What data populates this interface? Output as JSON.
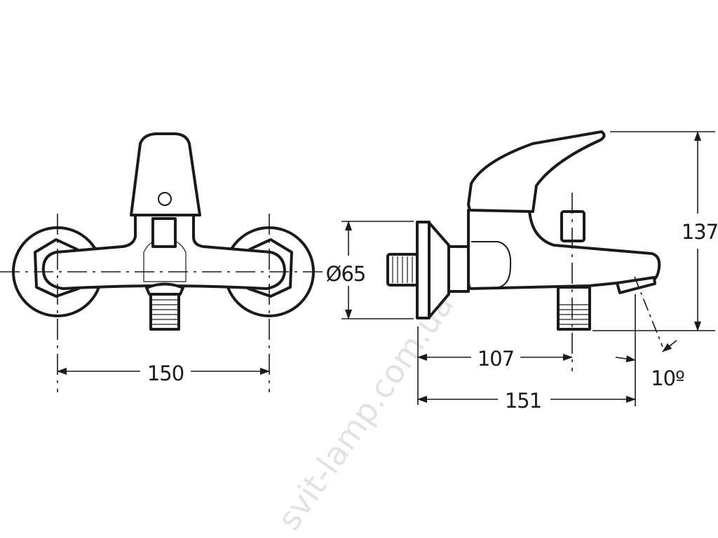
{
  "watermark": "svit-lamp.com.ua",
  "dimensions": {
    "front_width": "150",
    "flange_diameter": "Ø65",
    "height": "137",
    "outlet_distance": "107",
    "total_depth": "151",
    "spout_angle": "10º"
  }
}
